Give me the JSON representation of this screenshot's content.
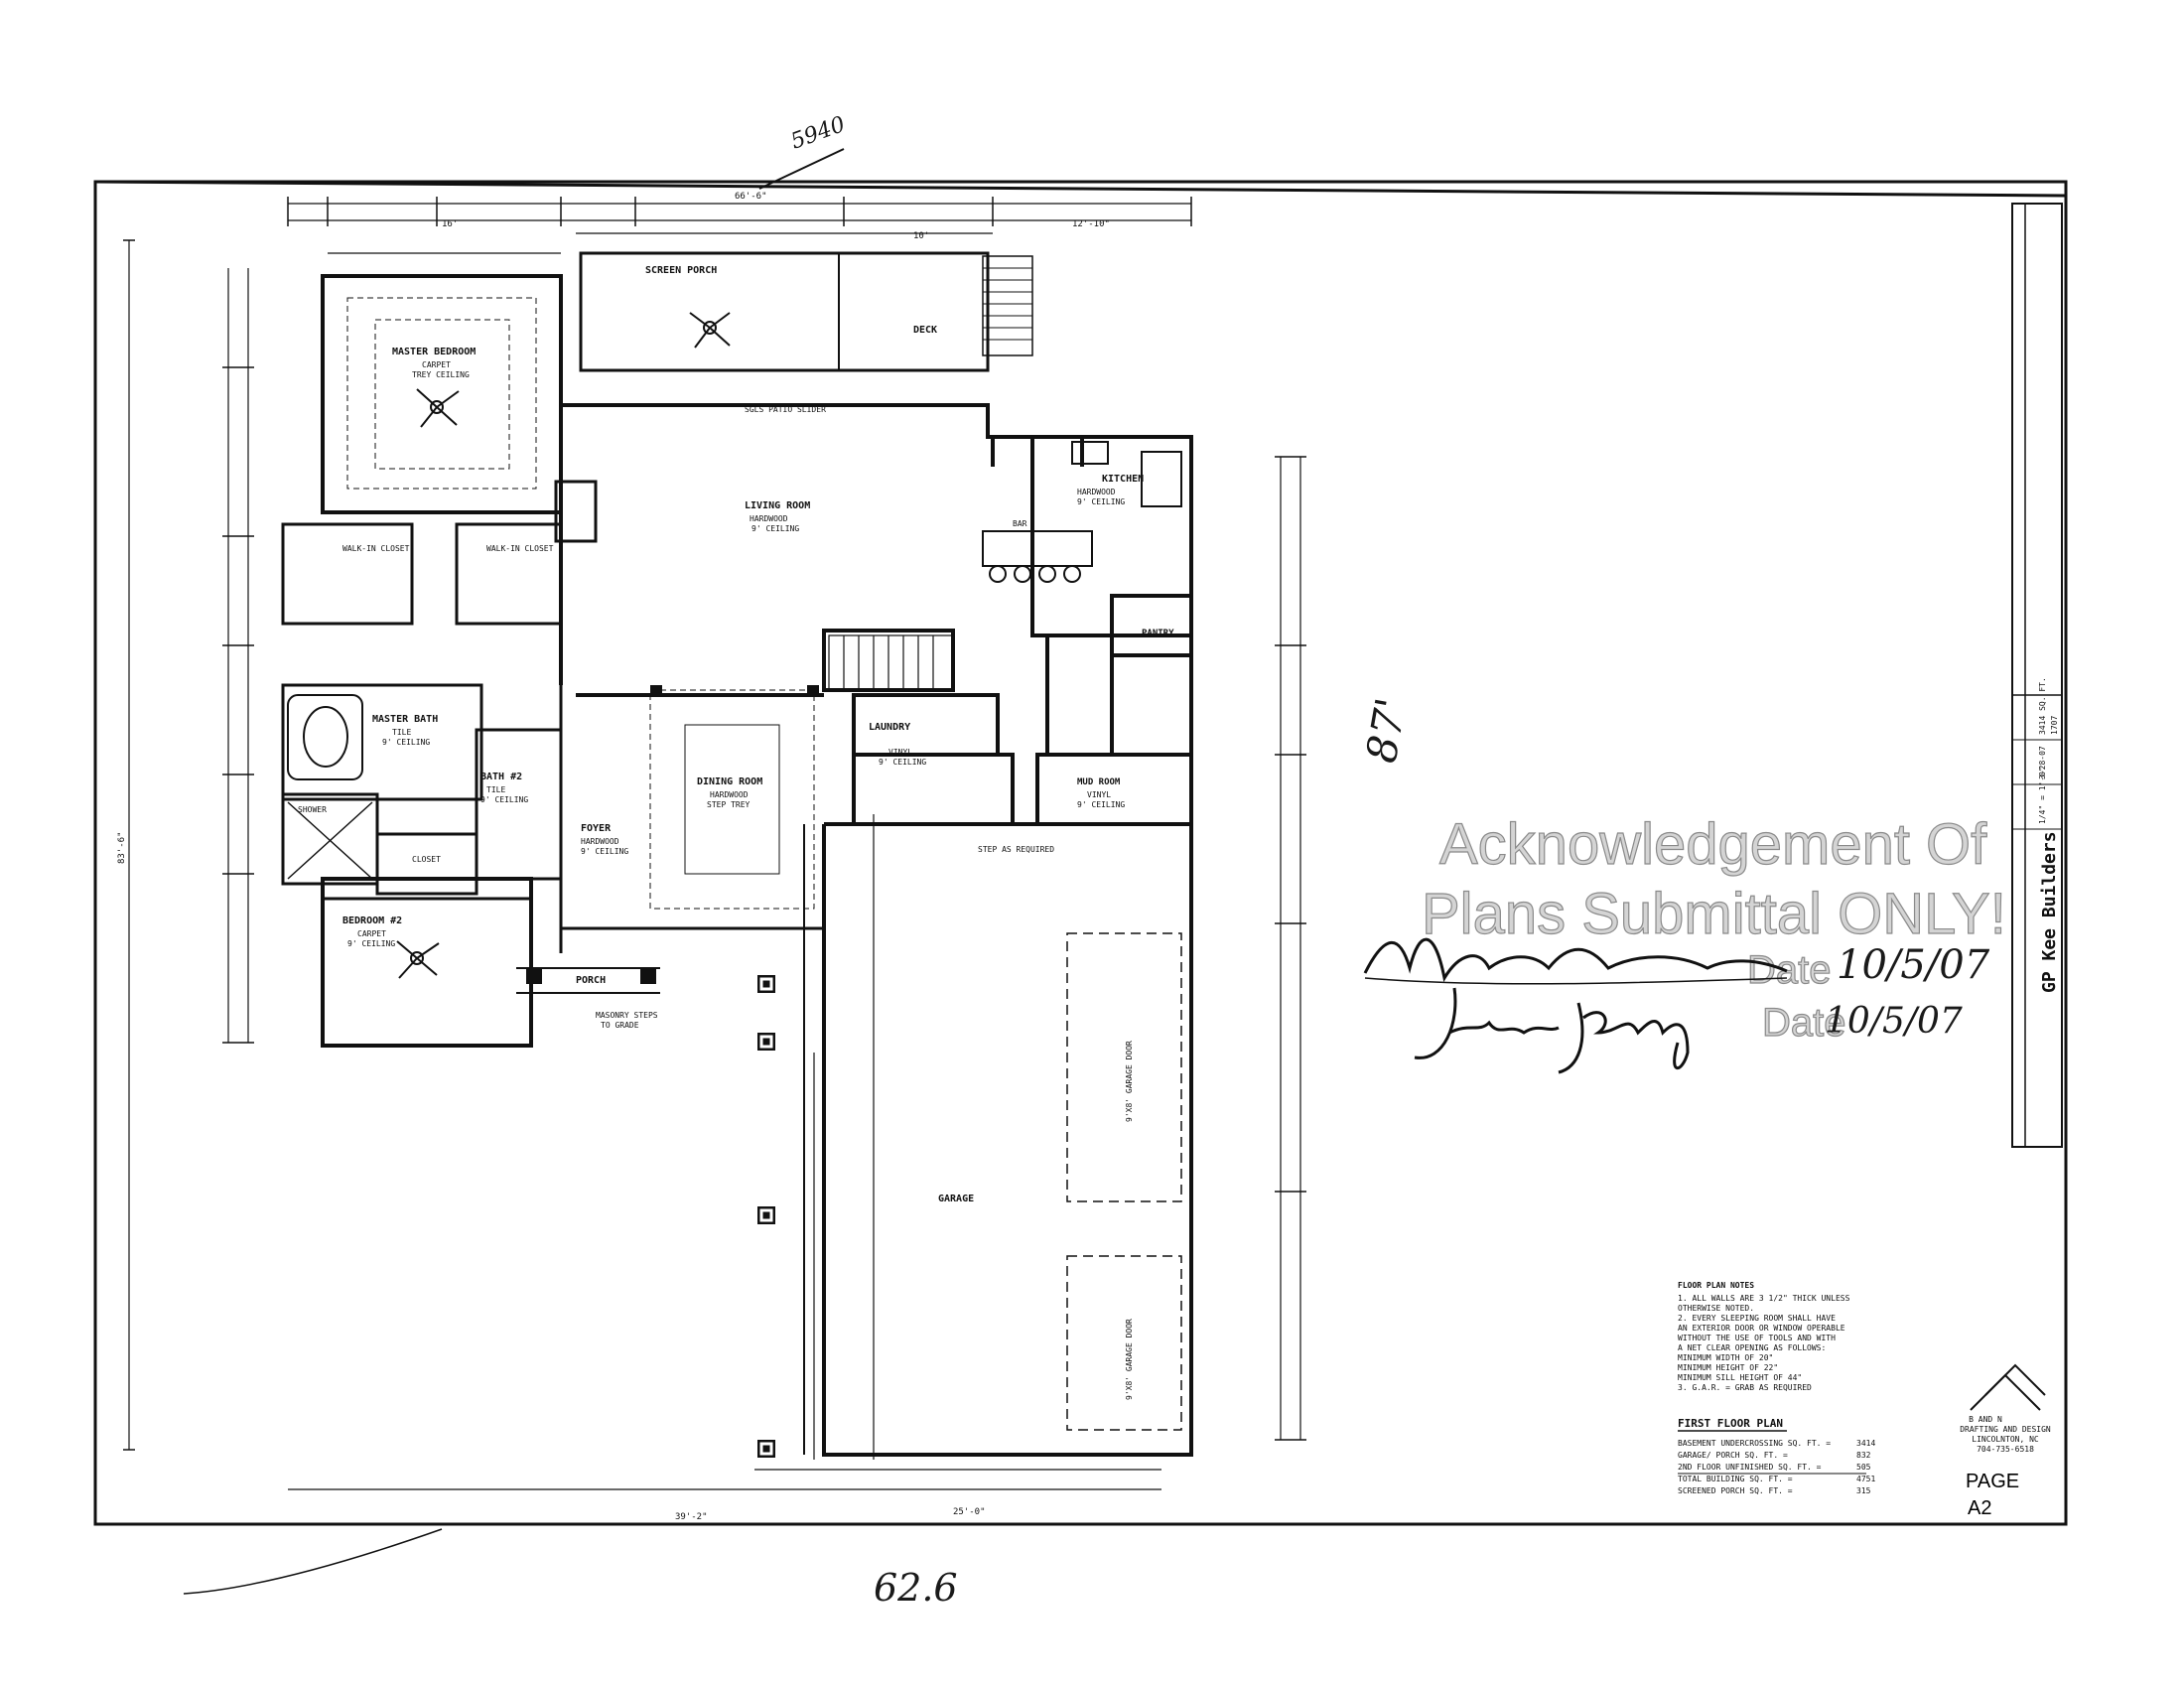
{
  "sheet": {
    "page_label": "PAGE",
    "page_number": "A2",
    "title": "FIRST FLOOR PLAN",
    "builder": "GP Kee Builders",
    "scale": "1/4\" = 1'-0\"",
    "date": "3-28-07",
    "sq_ft": "3414 SQ. FT.",
    "plan_no": "1707",
    "designer_lines": [
      "B AND N",
      "DRAFTING AND DESIGN",
      "LINCOLNTON, NC",
      "704-735-6518"
    ]
  },
  "rooms": {
    "screen_porch": "SCREEN PORCH",
    "deck": "DECK",
    "master_bedroom": "MASTER BEDROOM",
    "master_bedroom_sub": "CARPET",
    "master_bedroom_sub2": "TREY CEILING",
    "living_room": "LIVING ROOM",
    "living_room_sub": "HARDWOOD",
    "living_room_sub2": "9' CEILING",
    "kitchen": "KITCHEN",
    "kitchen_sub": "HARDWOOD",
    "kitchen_sub2": "9' CEILING",
    "pantry": "PANTRY",
    "walkin_closet_1": "WALK-IN CLOSET",
    "walkin_closet_2": "WALK-IN CLOSET",
    "master_bath": "MASTER BATH",
    "master_bath_sub": "TILE",
    "master_bath_sub2": "9' CEILING",
    "bath_2": "BATH #2",
    "bath_2_sub": "TILE",
    "bath_2_sub2": "9' CEILING",
    "dining_room": "DINING ROOM",
    "dining_room_sub": "HARDWOOD",
    "dining_room_sub2": "STEP TREY",
    "laundry": "LAUNDRY",
    "laundry_sub": "VINYL",
    "laundry_sub2": "9' CEILING",
    "mud_room": "MUD ROOM",
    "mud_room_sub": "VINYL",
    "mud_room_sub2": "9' CEILING",
    "foyer": "FOYER",
    "foyer_sub": "HARDWOOD",
    "foyer_sub2": "9' CEILING",
    "bedroom_2": "BEDROOM #2",
    "bedroom_2_sub": "CARPET",
    "bedroom_2_sub2": "9' CEILING",
    "porch": "PORCH",
    "garage": "GARAGE",
    "masonry_steps": "MASONRY STEPS",
    "masonry_steps_2": "TO GRADE",
    "shower": "SHOWER",
    "closet": "CLOSET",
    "bar": "BAR",
    "step_to_garage": "STEP AS REQUIRED",
    "sliding_door": "SGLS PATIO SLIDER",
    "garage_door_1": "9'X8' GARAGE DOOR",
    "garage_door_2": "9'X8' GARAGE DOOR"
  },
  "dimensions": {
    "overall_width": "66'-6\"",
    "overall_depth": "83'-6\"",
    "garage_width": "25'-0\"",
    "front_width": "39'-2\"",
    "porch_left": "16'",
    "porch_right": "10'",
    "right_side": "12'-10\""
  },
  "notes": {
    "heading": "FLOOR PLAN NOTES",
    "lines": [
      "1. ALL WALLS ARE 3 1/2\" THICK UNLESS",
      "   OTHERWISE NOTED.",
      "2. EVERY SLEEPING ROOM SHALL HAVE",
      "   AN EXTERIOR DOOR OR WINDOW OPERABLE",
      "   WITHOUT THE USE OF TOOLS AND WITH",
      "   A NET CLEAR OPENING AS FOLLOWS:",
      "   MINIMUM WIDTH OF 20\"",
      "   MINIMUM HEIGHT OF 22\"",
      "   MINIMUM SILL HEIGHT OF 44\"",
      "3. G.A.R. = GRAB AS REQUIRED"
    ]
  },
  "area_table": {
    "title": "FIRST FLOOR PLAN",
    "rows": [
      {
        "label": "BASEMENT UNDERCROSSING SQ. FT. =",
        "value": "3414"
      },
      {
        "label": "GARAGE/ PORCH SQ. FT. =",
        "value": "832"
      },
      {
        "label": "2ND FLOOR UNFINISHED SQ. FT. =",
        "value": "505"
      },
      {
        "label": "TOTAL BUILDING SQ. FT. =",
        "value": "4751"
      },
      {
        "label": "SCREENED PORCH SQ. FT. =",
        "value": "315"
      }
    ]
  },
  "stamp": {
    "line1": "Acknowledgement Of",
    "line2": "Plans Submittal ONLY!",
    "date_label_1": "Date",
    "date_label_2": "Date"
  },
  "handwriting": {
    "top_note": "5940",
    "sig_1_date": "10/5/07",
    "sig_2_date": "10/5/07",
    "side_number": "87'",
    "bottom_number": "62.6",
    "sig_1": "Maria Olsen",
    "sig_2": "Jim Pretty"
  }
}
